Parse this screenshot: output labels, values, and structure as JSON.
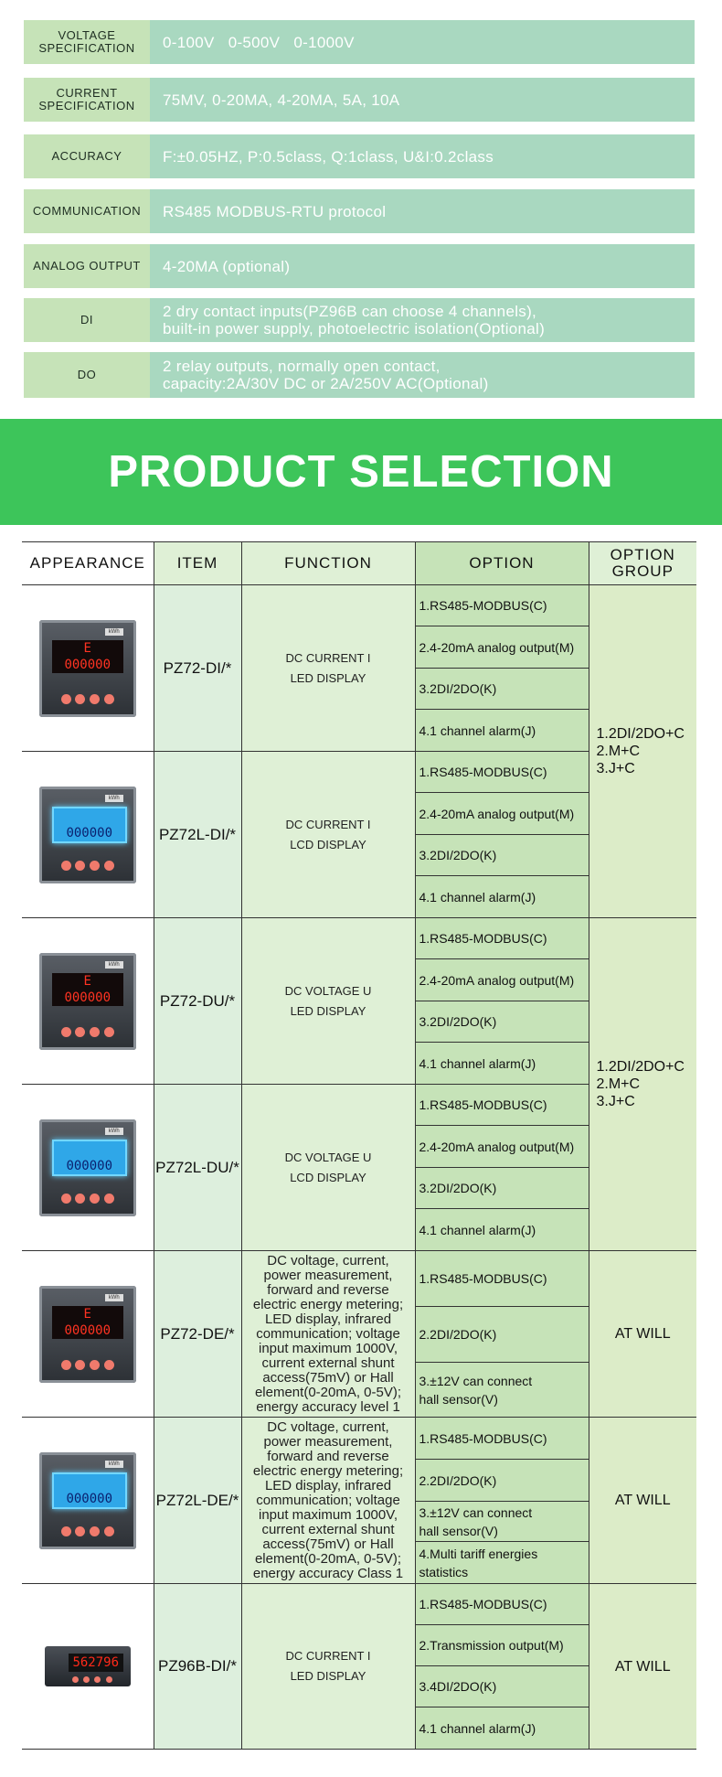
{
  "specs": [
    {
      "label": "VOLTAGE\nSPECIFICATION",
      "value": "0-100V   0-500V   0-1000V"
    },
    {
      "label": "CURRENT\nSPECIFICATION",
      "value": "75MV, 0-20MA, 4-20MA, 5A, 10A"
    },
    {
      "label": "ACCURACY",
      "value": "F:±0.05HZ, P:0.5class, Q:1class, U&I:0.2class"
    },
    {
      "label": "COMMUNICATION",
      "value": "RS485 MODBUS-RTU protocol"
    },
    {
      "label": "ANALOG OUTPUT",
      "value": "4-20MA (optional)"
    },
    {
      "label": "DI",
      "value": "2 dry contact inputs(PZ96B can choose 4 channels),\nbuilt-in power supply, photoelectric isolation(Optional)"
    },
    {
      "label": "DO",
      "value": "2 relay outputs, normally open contact,\ncapacity:2A/30V DC or 2A/250V AC(Optional)"
    }
  ],
  "banner": {
    "title": "PRODUCT SELECTION"
  },
  "table": {
    "headers": {
      "appearance": "APPEARANCE",
      "item": "ITEM",
      "function": "FUNCTION",
      "option": "OPTION",
      "group": "OPTION\nGROUP"
    },
    "rows": [
      {
        "item": "PZ72-DI/*",
        "function": "DC CURRENT  I\nLED DISPLAY",
        "options": [
          "1.RS485-MODBUS(C)",
          "2.4-20mA analog output(M)",
          "3.2DI/2DO(K)",
          "4.1 channel alarm(J)"
        ],
        "screen": "000000"
      },
      {
        "item": "PZ72L-DI/*",
        "function": "DC CURRENT  I\nLCD DISPLAY",
        "options": [
          "1.RS485-MODBUS(C)",
          "2.4-20mA analog output(M)",
          "3.2DI/2DO(K)",
          "4.1 channel alarm(J)"
        ],
        "screen": "000000"
      },
      {
        "item": "PZ72-DU/*",
        "function": "DC VOLTAGE  U\nLED DISPLAY",
        "options": [
          "1.RS485-MODBUS(C)",
          "2.4-20mA analog output(M)",
          "3.2DI/2DO(K)",
          "4.1 channel alarm(J)"
        ],
        "screen": "000000"
      },
      {
        "item": "PZ72L-DU/*",
        "function": "DC VOLTAGE  U\nLCD DISPLAY",
        "options": [
          "1.RS485-MODBUS(C)",
          "2.4-20mA analog output(M)",
          "3.2DI/2DO(K)",
          "4.1 channel alarm(J)"
        ],
        "screen": "000000"
      },
      {
        "item": "PZ72-DE/*",
        "function": "DC voltage, current,\npower measurement,\nforward and reverse\nelectric energy metering;\nLED display, infrared\ncommunication; voltage\ninput maximum 1000V,\ncurrent external shunt\naccess(75mV) or Hall\nelement(0-20mA, 0-5V);\nenergy accuracy level 1",
        "options": [
          "1.RS485-MODBUS(C)",
          "2.2DI/2DO(K)",
          "3.±12V can connect\nhall sensor(V)"
        ],
        "group": "AT WILL",
        "screen": "000000"
      },
      {
        "item": "PZ72L-DE/*",
        "function": "DC voltage, current,\npower measurement,\nforward and reverse\nelectric energy metering;\nLED display, infrared\ncommunication; voltage\ninput maximum 1000V,\ncurrent external shunt\naccess(75mV) or Hall\nelement(0-20mA, 0-5V);\nenergy accuracy Class 1",
        "options": [
          "1.RS485-MODBUS(C)",
          "2.2DI/2DO(K)",
          "3.±12V can connect\nhall sensor(V)",
          "4.Multi tariff energies\nstatistics"
        ],
        "group": "AT WILL",
        "screen": "000000"
      },
      {
        "item": "PZ96B-DI/*",
        "function": "DC CURRENT  I\nLED DISPLAY",
        "options": [
          "1.RS485-MODBUS(C)",
          "2.Transmission output(M)",
          "3.4DI/2DO(K)",
          "4.1 channel alarm(J)"
        ],
        "group": "AT WILL",
        "screen": "562796"
      }
    ],
    "group_ab": "1.2DI/2DO+C\n2.M+C\n3.J+C",
    "group_cd": "1.2DI/2DO+C\n2.M+C\n3.J+C"
  },
  "meter_tag": "kWh",
  "meter_top": "E"
}
